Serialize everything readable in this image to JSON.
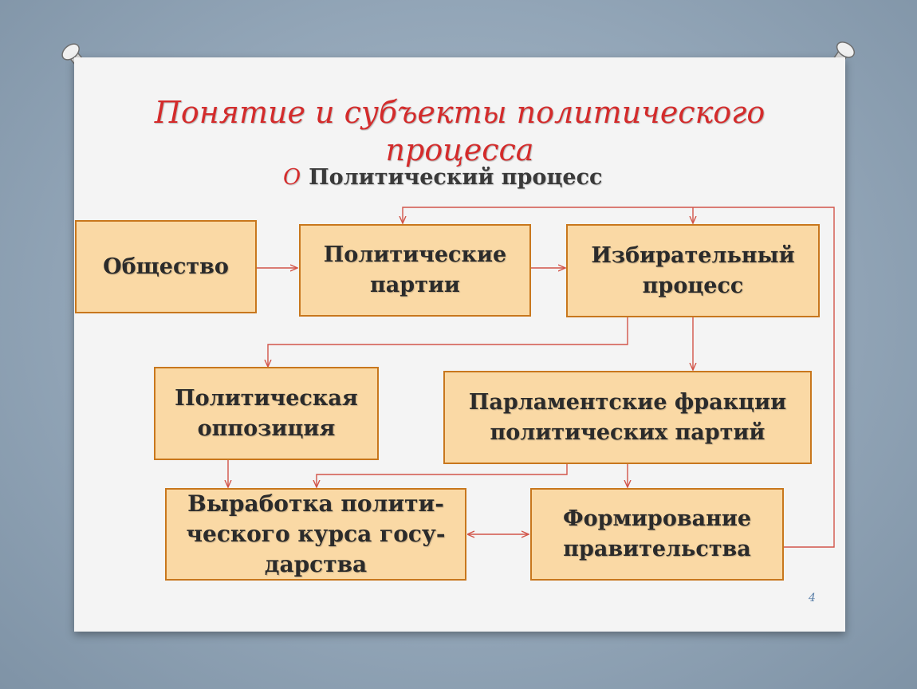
{
  "slide": {
    "title": "Понятие и субъекты политического\nпроцесса",
    "bullet_mark": "O",
    "bullet_text": "Политический процесс",
    "page_number": "4"
  },
  "nodes": {
    "society": "Общество",
    "parties": "Политические\nпартии",
    "electoral": "Избирательный\nпроцесс",
    "opposition": "Политическая\nоппозиция",
    "factions": "Парламентские фракции\nполитических партий",
    "policy": "Выработка полити-\nческого курса госу-\nдарства",
    "government": "Формирование\nправительства"
  },
  "colors": {
    "node_fill": "#fad9a5",
    "node_border": "#c8771d",
    "arrow": "#d2554a",
    "title": "#d42b2b"
  }
}
